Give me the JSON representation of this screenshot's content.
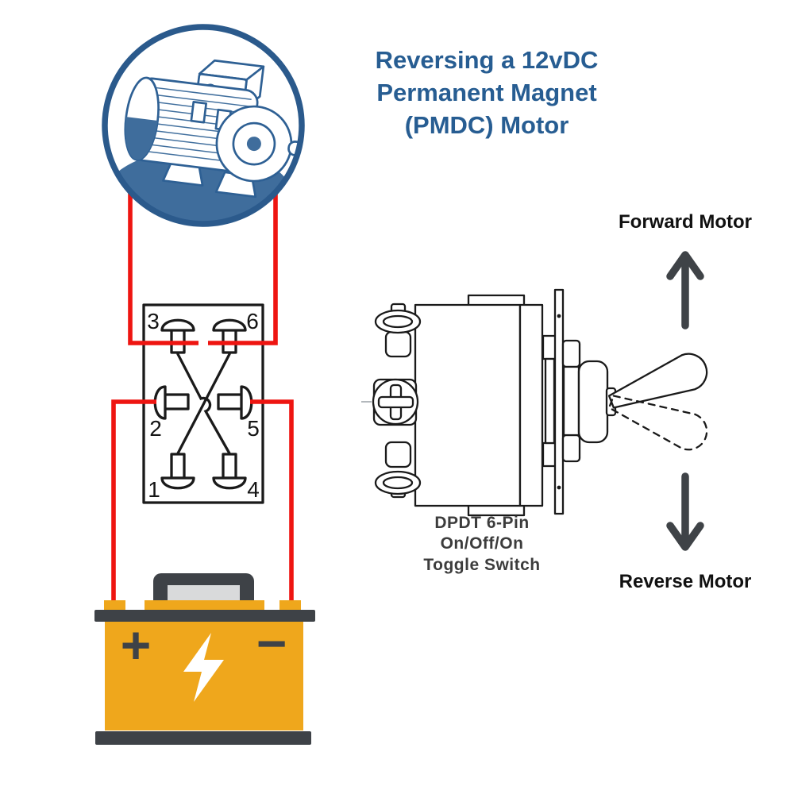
{
  "title": {
    "line1": "Reversing a 12vDC",
    "line2": "Permanent Magnet",
    "line3": "(PMDC) Motor"
  },
  "labels": {
    "forward": "Forward Motor",
    "reverse": "Reverse Motor"
  },
  "switch_caption": {
    "line1": "DPDT 6-Pin",
    "line2": "On/Off/On",
    "line3": "Toggle Switch"
  },
  "pins": {
    "p1": "1",
    "p2": "2",
    "p3": "3",
    "p4": "4",
    "p5": "5",
    "p6": "6"
  },
  "battery": {
    "positive_symbol": "+",
    "negative_symbol": "−"
  },
  "connections": [
    {
      "from": "motor-left-lead",
      "to": "pin-3",
      "wire": "red"
    },
    {
      "from": "motor-right-lead",
      "to": "pin-6",
      "wire": "red"
    },
    {
      "from": "battery-positive",
      "to": "pin-2",
      "wire": "red"
    },
    {
      "from": "battery-negative",
      "to": "pin-5",
      "wire": "red"
    },
    {
      "from": "pin-3",
      "to": "pin-4",
      "wire": "black-crossover"
    },
    {
      "from": "pin-6",
      "to": "pin-1",
      "wire": "black-crossover"
    }
  ],
  "icons": {
    "motor": "electric-motor-illustration",
    "battery": "battery-illustration",
    "lightning": "⚡",
    "plus": "+",
    "minus": "−",
    "forward_arrow": "↑",
    "reverse_arrow": "↓",
    "toggle_switch": "dpdt-toggle-switch-side-view"
  },
  "colors": {
    "wire_red": "#ee1511",
    "line_black": "#1a1a1a",
    "title_blue": "#275d92",
    "motor_blue": "#2e6094",
    "motor_fill_blue": "#3f6d9c",
    "circle_border": "#2b5a8c",
    "battery_yellow": "#efa71c",
    "dark_gray": "#3e4247",
    "handle_gray": "#d9dadb",
    "arrow_gray": "#3f4347",
    "label_black": "#111111",
    "caption_gray": "#3c3c3c",
    "background": "#ffffff"
  }
}
